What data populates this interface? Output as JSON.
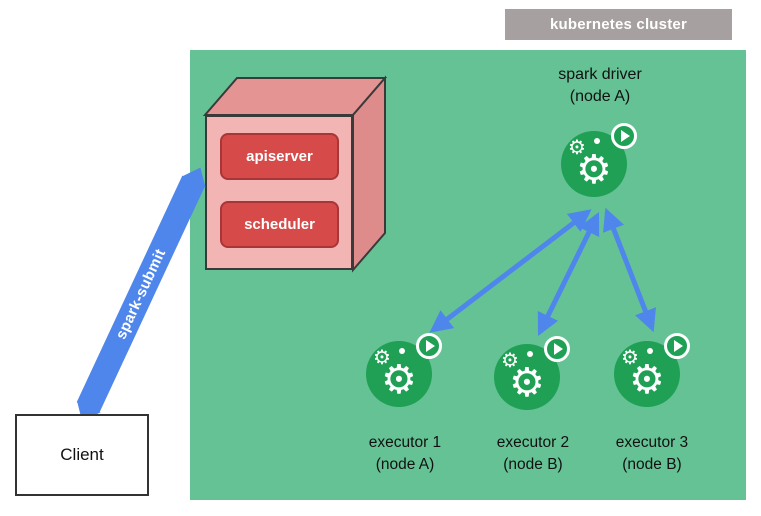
{
  "cluster": {
    "label": "kubernetes cluster"
  },
  "client": {
    "label": "Client"
  },
  "spark_submit": {
    "label": "spark-submit"
  },
  "control_plane": {
    "apiserver": {
      "label": "apiserver"
    },
    "scheduler": {
      "label": "scheduler"
    }
  },
  "driver": {
    "title": "spark driver",
    "node": "(node A)"
  },
  "executors": [
    {
      "title": "executor 1",
      "node": "(node A)"
    },
    {
      "title": "executor 2",
      "node": "(node B)"
    },
    {
      "title": "executor 3",
      "node": "(node B)"
    }
  ],
  "colors": {
    "cluster_bg": "#64c295",
    "arrow_blue": "#4f86ec",
    "icon_green": "#1fa055",
    "box_red": "#d64a4a",
    "cube_front": "#f3b4b4",
    "cube_side": "#e59494",
    "label_gray": "#a6a0a0"
  }
}
